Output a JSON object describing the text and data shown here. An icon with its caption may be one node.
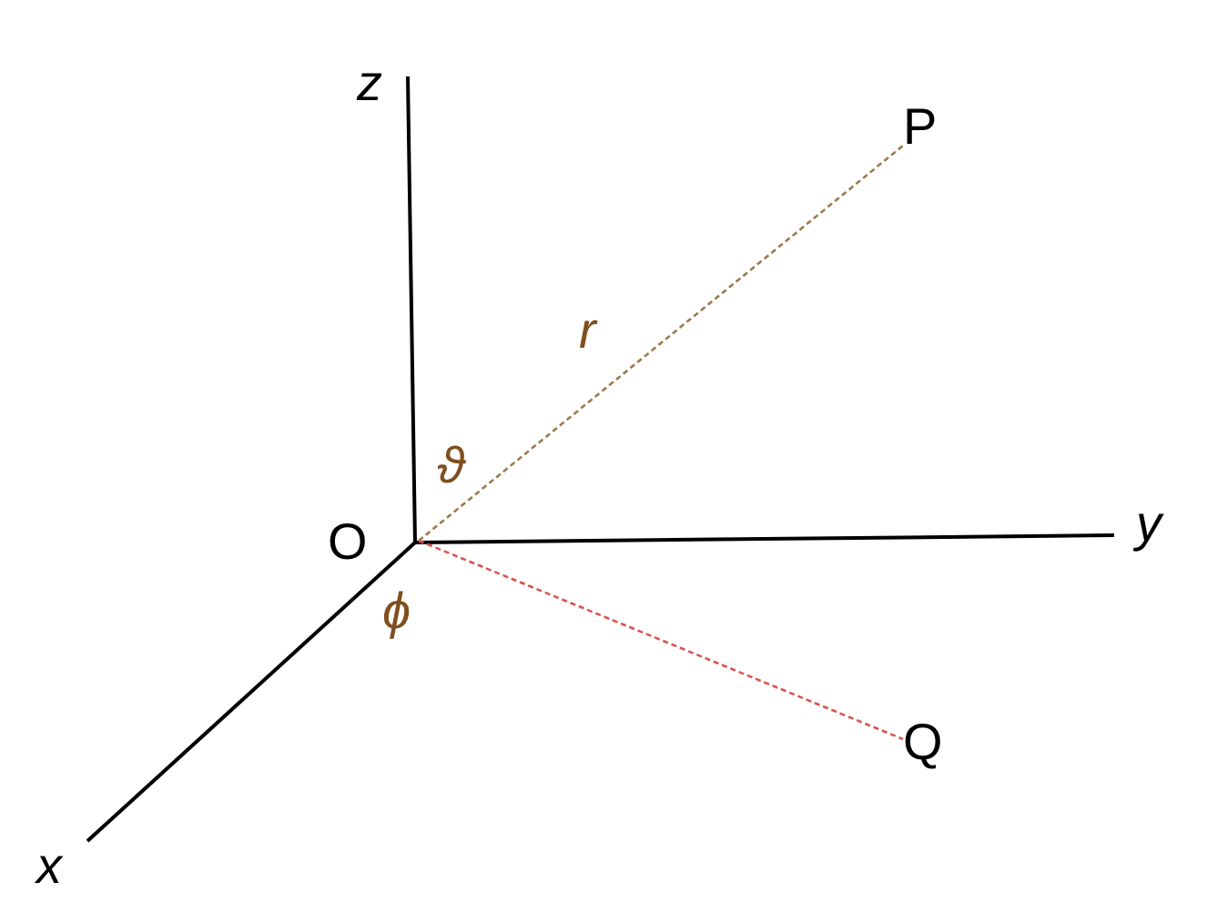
{
  "diagram": {
    "nodes": [
      {
        "text": [
          "P"
        ]
      },
      {
        "text": [
          "O"
        ]
      },
      {
        "text": [
          "Q"
        ]
      }
    ],
    "edges": [
      {
        "from": 1,
        "to": 0,
        "arrow": "none",
        "style": "dashed",
        "color": "#9c7a4c",
        "label": "r"
      },
      {
        "from": 1,
        "to": 2,
        "arrow": "none",
        "style": "dashed",
        "color": "#d9534f"
      }
    ],
    "labels": [
      "z",
      "y",
      "x",
      "ϑ",
      "ϕ"
    ]
  }
}
